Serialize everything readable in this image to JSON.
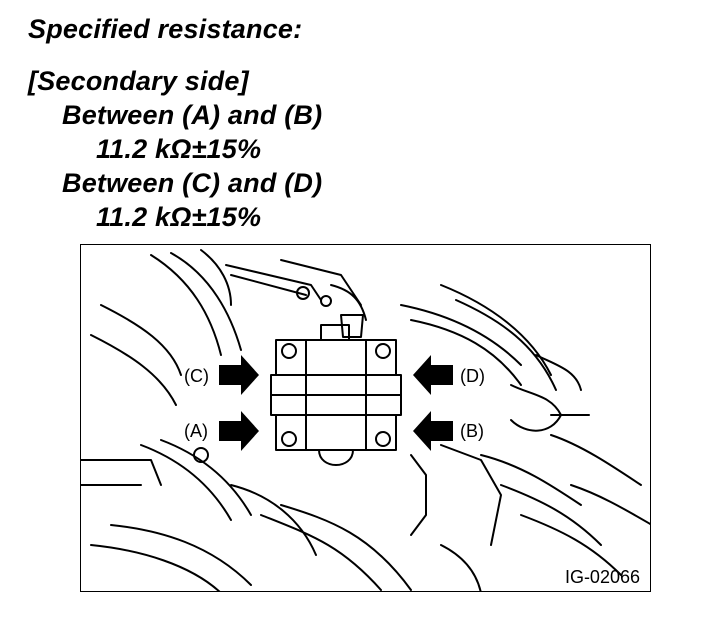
{
  "spec": {
    "title": "Specified resistance:",
    "side": "[Secondary side]",
    "between_ab": "Between (A) and (B)",
    "value_ab": "11.2 kΩ±15%",
    "between_cd": "Between (C) and (D)",
    "value_cd": "11.2 kΩ±15%"
  },
  "figure": {
    "labels": {
      "c": "(C)",
      "a": "(A)",
      "d": "(D)",
      "b": "(B)"
    },
    "id": "IG-02066"
  }
}
